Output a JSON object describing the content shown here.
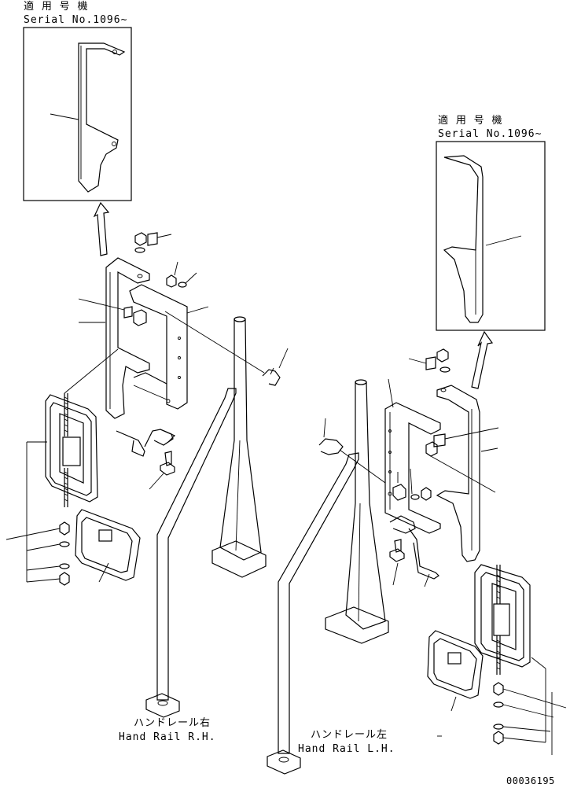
{
  "labels": {
    "applicable_top_left": "適 用 号 機",
    "serial_top_left": "Serial No.1096~",
    "applicable_top_right": "適 用 号 機",
    "serial_top_right": "Serial No.1096~",
    "handrail_rh_jp": "ハンドレール右",
    "handrail_rh_en": "Hand Rail R.H.",
    "handrail_lh_jp": "ハンドレール左",
    "handrail_lh_en": "Hand Rail L.H.",
    "drawing_number": "00036195"
  }
}
